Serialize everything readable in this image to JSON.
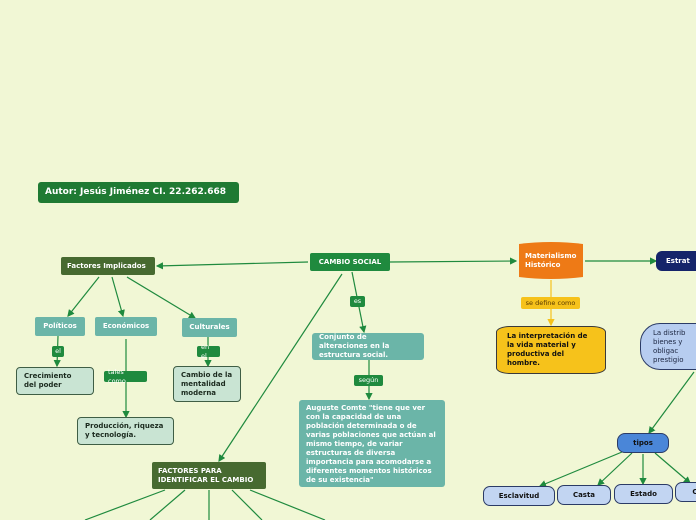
{
  "author": "Autor: Jesús Jiménez CI. 22.262.668",
  "central": "CAMBIO SOCIAL",
  "factores": {
    "title": "Factores Implicados",
    "politicos": "Políticos",
    "economicos": "Económicos",
    "culturales": "Culturales",
    "link_el": "el",
    "link_tales": "tales como",
    "link_enel": "en el",
    "crecimiento": "Crecimiento del poder",
    "produccion": "Producción, riqueza y tecnología.",
    "cambio_mentalidad": "Cambio de la mentalidad moderna"
  },
  "definicion": {
    "link_es": "es",
    "conjunto": "Conjunto de alteraciones en la estructura social.",
    "link_segun": "según",
    "comte": "Auguste Comte \"tiene que ver con la capacidad de una población determinada o de varias poblaciones que actúan al mismo tiempo, de variar estructuras de diversa importancia para acomodarse a diferentes momentos históricos de su existencia\""
  },
  "factores_identificar": "FACTORES PARA IDENTIFICAR EL CAMBIO",
  "materialismo": {
    "title": "Materialismo Histórico",
    "link": "se define como",
    "definicion": "La interpretación de la vida material y productiva del hombre."
  },
  "estratificacion": {
    "title": "Estrat",
    "distribucion": "La distrib bienes y obligac prestigio",
    "tipos": "tipos",
    "esclavitud": "Esclavitud",
    "casta": "Casta",
    "estado": "Estado",
    "clase": "C"
  },
  "colors": {
    "background": "#f1f7d5",
    "connector": "#1f8a3e",
    "orange_connector": "#f6c21b",
    "blue_connector": "#2f6e3a"
  }
}
